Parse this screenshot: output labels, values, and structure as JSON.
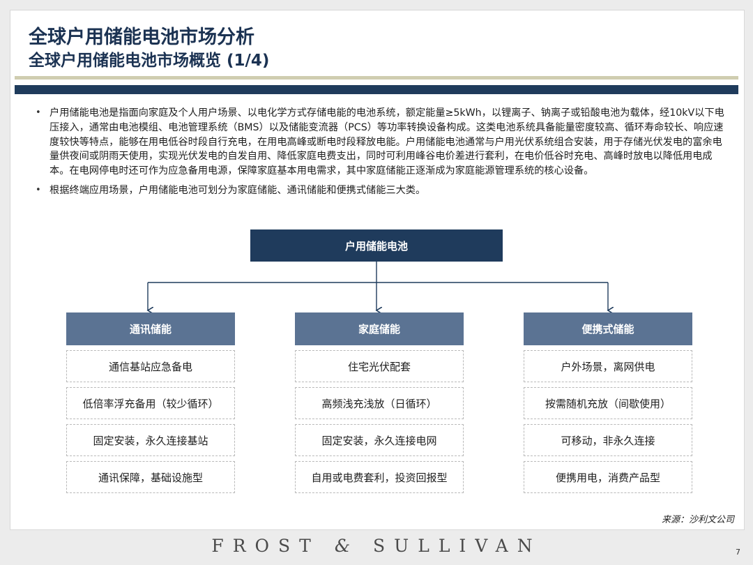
{
  "header": {
    "title": "全球户用储能电池市场分析",
    "subtitle": "全球户用储能电池市场概览 (1/4)"
  },
  "bullets": [
    "户用储能电池是指面向家庭及个人用户场景、以电化学方式存储电能的电池系统，额定能量≥5kWh，以锂离子、钠离子或铅酸电池为载体，经10kV以下电压接入，通常由电池模组、电池管理系统（BMS）以及储能变流器（PCS）等功率转换设备构成。这类电池系统具备能量密度较高、循环寿命较长、响应速度较快等特点，能够在用电低谷时段自行充电，在用电高峰或断电时段释放电能。户用储能电池通常与户用光伏系统组合安装，用于存储光伏发电的富余电量供夜间或阴雨天使用，实现光伏发电的自发自用、降低家庭电费支出，同时可利用峰谷电价差进行套利，在电价低谷时充电、高峰时放电以降低用电成本。在电网停电时还可作为应急备用电源，保障家庭基本用电需求，其中家庭储能正逐渐成为家庭能源管理系统的核心设备。",
    "根据终端应用场景，户用储能电池可划分为家庭储能、通讯储能和便携式储能三大类。"
  ],
  "diagram": {
    "root": "户用储能电池",
    "columns": [
      {
        "title": "通讯储能",
        "items": [
          "通信基站应急备电",
          "低倍率浮充备用（较少循环）",
          "固定安装，永久连接基站",
          "通讯保障，基础设施型"
        ]
      },
      {
        "title": "家庭储能",
        "items": [
          "住宅光伏配套",
          "高频浅充浅放（日循环）",
          "固定安装，永久连接电网",
          "自用或电费套利，投资回报型"
        ]
      },
      {
        "title": "便携式储能",
        "items": [
          "户外场景，离网供电",
          "按需随机充放（间歇使用）",
          "可移动，非永久连接",
          "便携用电，消费产品型"
        ]
      }
    ]
  },
  "source": "来源：沙利文公司",
  "footer": {
    "logo_left": "FROST",
    "logo_amp": "&",
    "logo_right": "SULLIVAN",
    "page_number": "7"
  },
  "colors": {
    "title": "#1b3252",
    "dark_bar": "#1f3b5c",
    "column_header": "#5b7393",
    "accent_rule": "#cfcdb0"
  }
}
